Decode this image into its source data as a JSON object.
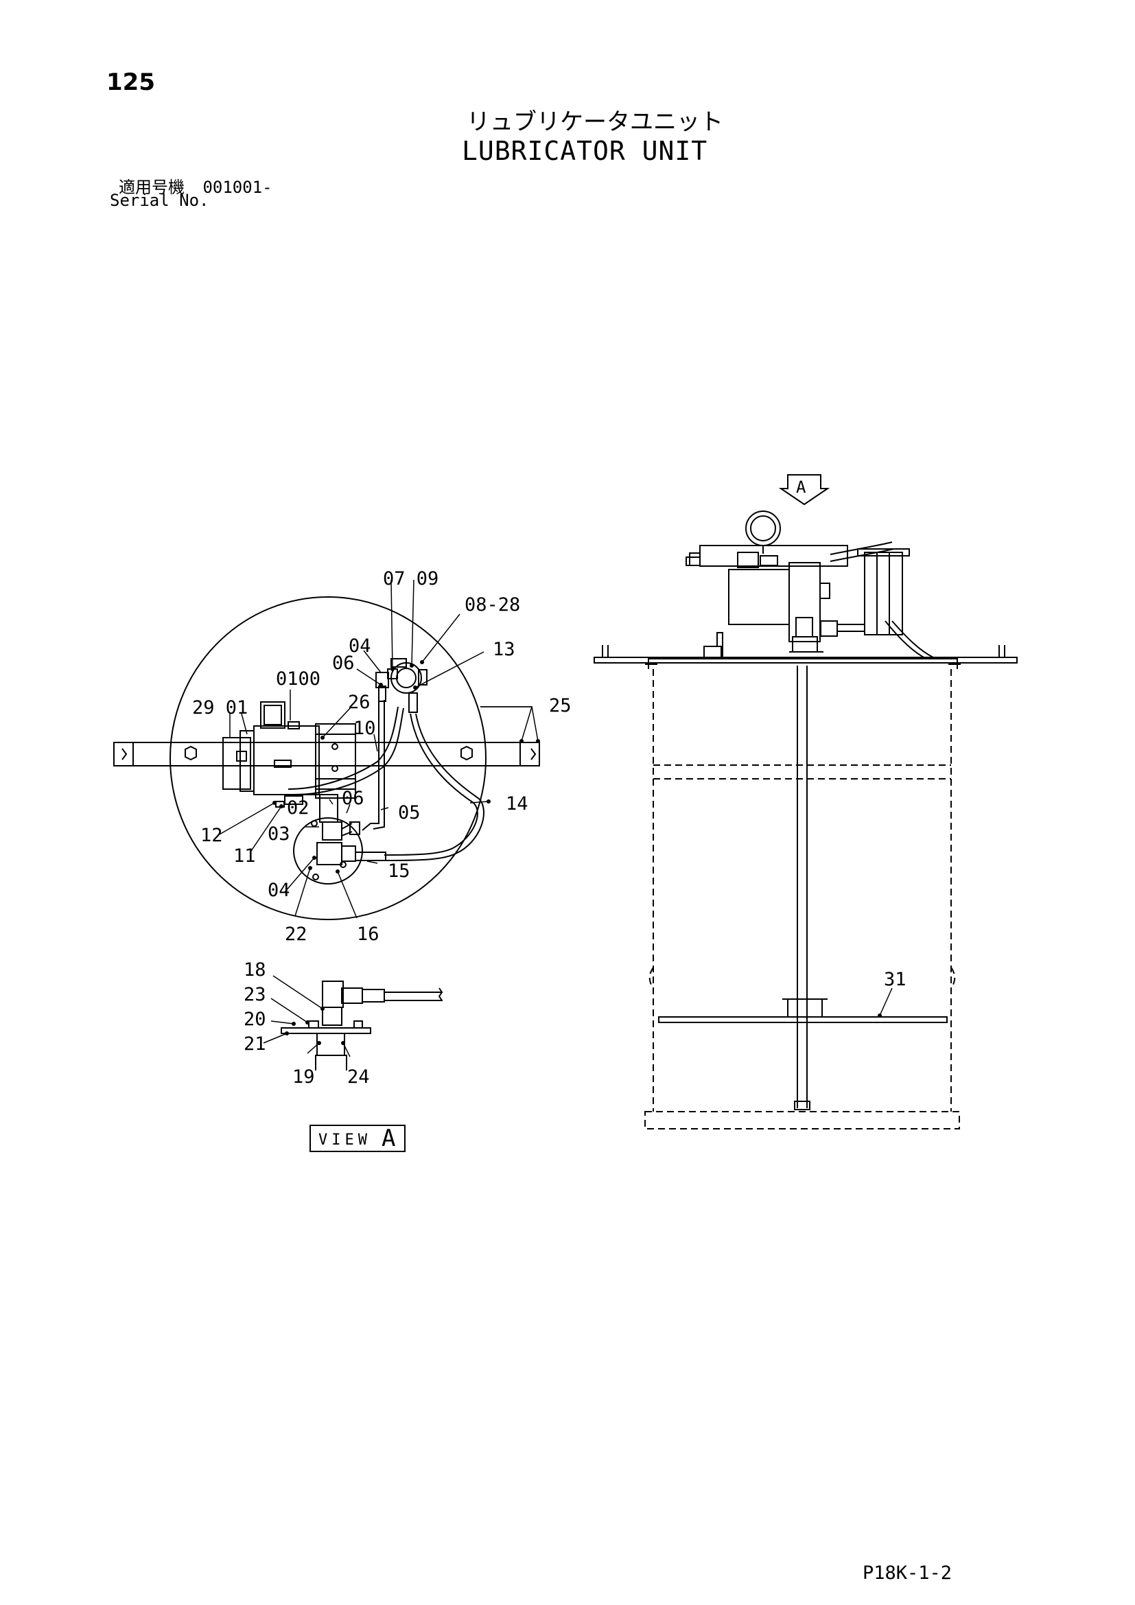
{
  "header": {
    "page_number": "125",
    "title_ja": "リュブリケータユニット",
    "title_en": "LUBRICATOR UNIT",
    "serial_label_ja": "適用号機",
    "serial_value": "001001-",
    "serial_label_en": "Serial No."
  },
  "view_label": {
    "text": "VIEW",
    "letter": "A"
  },
  "arrow_label": "A",
  "footer": {
    "code": "P18K-1-2"
  },
  "callouts": {
    "c0709": "07 09",
    "c0828": "08-28",
    "c04a": "04",
    "c13": "13",
    "c06a": "06",
    "c0100": "0100",
    "c2901": "29 01",
    "c26": "26",
    "c25": "25",
    "c10": "10",
    "c02": "02",
    "c06b": "06",
    "c05": "05",
    "c14": "14",
    "c12": "12",
    "c03": "03",
    "c11": "11",
    "c15": "15",
    "c04b": "04",
    "c22": "22",
    "c16": "16",
    "c18": "18",
    "c23": "23",
    "c20": "20",
    "c21": "21",
    "c19": "19",
    "c24": "24",
    "c31": "31"
  }
}
